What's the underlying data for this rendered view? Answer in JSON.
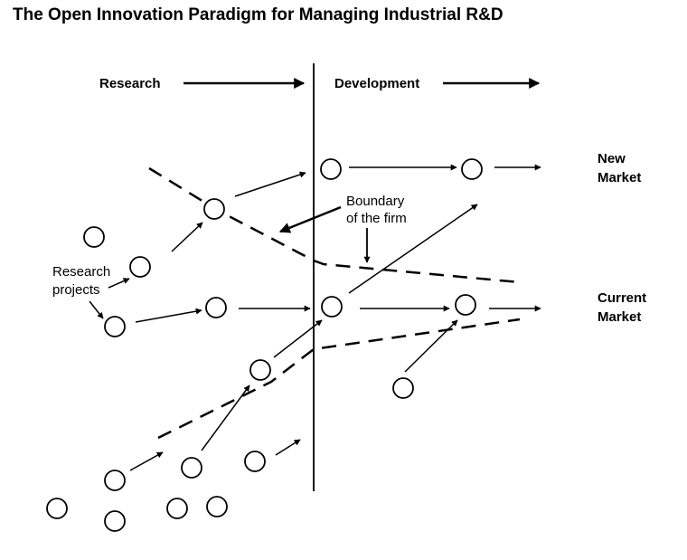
{
  "title": "The Open Innovation Paradigm for Managing Industrial R&D",
  "phases": {
    "research": "Research",
    "development": "Development"
  },
  "markets": {
    "new": [
      "New",
      "Market"
    ],
    "current": [
      "Current",
      "Market"
    ]
  },
  "boundary": [
    "Boundary",
    "of the firm"
  ],
  "research_projects": [
    "Research",
    "projects"
  ],
  "colors": {
    "ink": "#000000",
    "background": "#ffffff"
  }
}
